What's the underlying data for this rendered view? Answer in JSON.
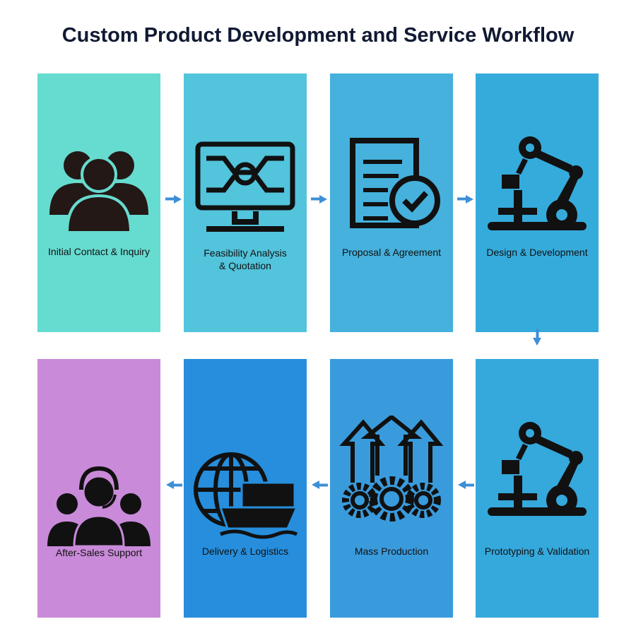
{
  "title": "Custom Product Development and Service Workflow",
  "steps": [
    {
      "label": "Initial Contact & Inquiry",
      "icon": "people-group-icon",
      "color": "#66dbd0"
    },
    {
      "label": "Feasibility Analysis\n& Quotation",
      "icon": "monitor-analysis-icon",
      "color": "#52c4dc"
    },
    {
      "label": "Proposal & Agreement",
      "icon": "document-check-icon",
      "color": "#45b1dc"
    },
    {
      "label": "Design & Development",
      "icon": "robot-arm-icon",
      "color": "#35abdc"
    },
    {
      "label": "Prototyping & Validation",
      "icon": "robot-arm-icon",
      "color": "#35a8dc"
    },
    {
      "label": "Mass Production",
      "icon": "gears-arrows-icon",
      "color": "#3a9bdc"
    },
    {
      "label": "Delivery & Logistics",
      "icon": "globe-ship-icon",
      "color": "#268edc"
    },
    {
      "label": "After-Sales Support",
      "icon": "headset-support-icon",
      "color": "#c98ad9"
    }
  ],
  "arrow_color": "#3d8fd6"
}
